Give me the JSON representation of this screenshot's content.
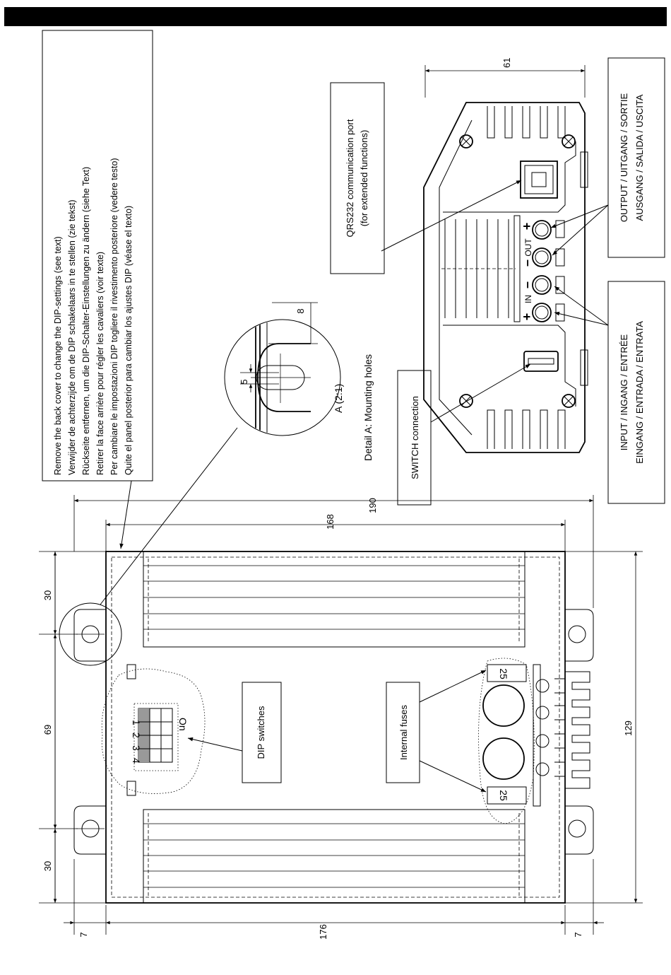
{
  "notes": {
    "back_cover": [
      "Remove the back cover to change the DIP-settings (see text)",
      "Verwijder de achterzijde om de DIP schakelaars in te stellen (zie tekst)",
      "Rückseite entfernen, um die DIP-Schalter-Einstellungen zu ändern (siehe Text)",
      "Retirer la face arrière pour régler les cavaliers (voir texte)",
      "Per cambiare le impostazioni DIP togliere il rivestimento posteriore (vedere testo)",
      "Quite el panel posterior para cambiar los ajustes DIP (véase el texto)"
    ],
    "qrs232": [
      "QRS232 communication port",
      "(for extended functions)"
    ],
    "output": [
      "OUTPUT / UITGANG / SORTIE",
      "AUSGANG / SALIDA / USCITA"
    ],
    "input": [
      "INPUT / INGANG / ENTRÉE",
      "EINGANG / ENTRADA / ENTRATA"
    ],
    "switch": "SWITCH connection",
    "dip_switches": "DIP switches",
    "internal_fuses": "Internal fuses",
    "detail_title": "Detail A: Mounting holes",
    "detail_label": "A (2:1)"
  },
  "dimensions": {
    "d61": "61",
    "d190": "190",
    "d168": "168",
    "d8": "8",
    "d5": "5",
    "d30a": "30",
    "d69": "69",
    "d30b": "30",
    "d129": "129",
    "d176": "176",
    "d7a": "7",
    "d7b": "7"
  },
  "dip": {
    "on": "On",
    "n1": "1",
    "n2": "2",
    "n3": "3",
    "n4": "4"
  },
  "fuse": {
    "f1": "25",
    "f2": "25"
  },
  "terminals": {
    "in": "IN",
    "out": "OUT",
    "plus1": "+",
    "minus1": "–",
    "minus2": "–",
    "plus2": "+"
  }
}
